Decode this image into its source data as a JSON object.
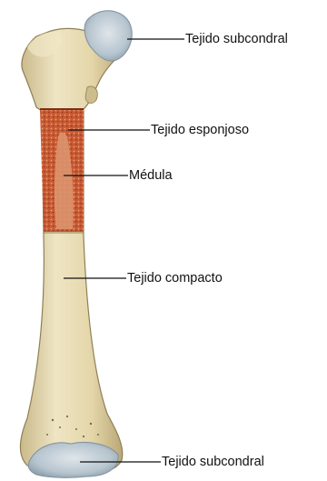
{
  "labels": [
    "Tejido subcondral",
    "Tejido esponjoso",
    "Médula",
    "Tejido compacto",
    "Tejido subcondral"
  ],
  "colors": {
    "bone": "#e8dcb3",
    "bone_shadow": "#bfae7d",
    "bone_highlight": "#f6eed2",
    "cartilage": "#b8c6d0",
    "spongy": "#c9552f",
    "marrow": "#d98a64",
    "leader_line": "#111111"
  }
}
